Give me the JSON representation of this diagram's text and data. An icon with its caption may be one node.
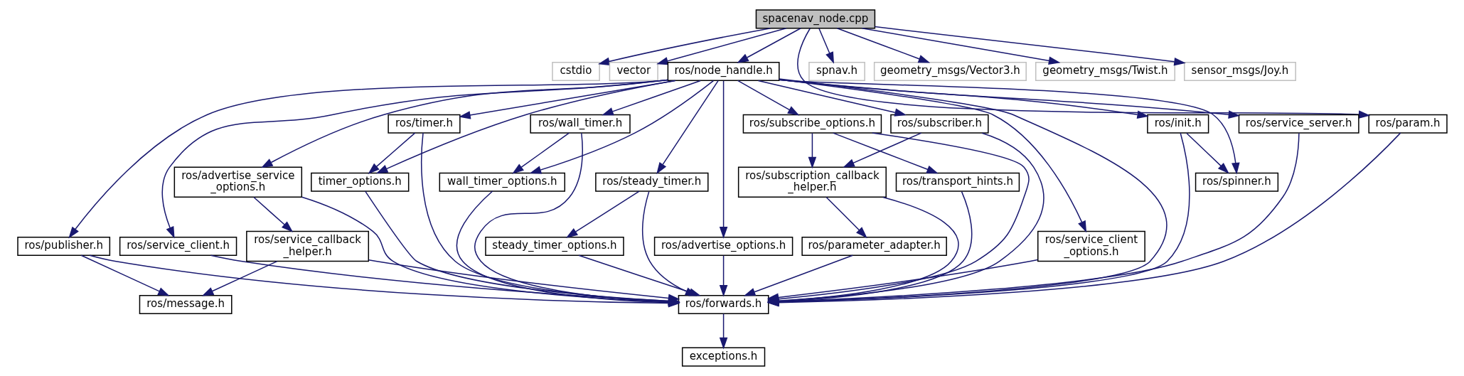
{
  "diagram": {
    "nodes": [
      {
        "text": [
          "spacenav_node.cpp"
        ]
      },
      {
        "text": [
          "cstdio"
        ]
      },
      {
        "text": [
          "vector"
        ]
      },
      {
        "text": [
          "ros/node_handle.h"
        ]
      },
      {
        "text": [
          "spnav.h"
        ]
      },
      {
        "text": [
          "geometry_msgs/Vector3.h"
        ]
      },
      {
        "text": [
          "geometry_msgs/Twist.h"
        ]
      },
      {
        "text": [
          "sensor_msgs/Joy.h"
        ]
      },
      {
        "text": [
          "ros/timer.h"
        ]
      },
      {
        "text": [
          "ros/wall_timer.h"
        ]
      },
      {
        "text": [
          "ros/subscribe_options.h"
        ]
      },
      {
        "text": [
          "ros/subscriber.h"
        ]
      },
      {
        "text": [
          "ros/service_client _options.h"
        ]
      },
      {
        "text": [
          "ros/init.h"
        ]
      },
      {
        "text": [
          "ros/param.h"
        ]
      },
      {
        "text": [
          "ros/service_client.h"
        ]
      },
      {
        "text": [
          "ros/advertise_service _options.h"
        ]
      },
      {
        "text": [
          "timer_options.h"
        ]
      },
      {
        "text": [
          "wall_timer_options.h"
        ]
      },
      {
        "text": [
          "ros/steady_timer.h"
        ]
      },
      {
        "text": [
          "ros/subscription_callback _helper.h"
        ]
      },
      {
        "text": [
          "ros/spinner.h"
        ]
      },
      {
        "text": [
          "ros/publisher.h"
        ]
      },
      {
        "text": [
          "ros/service_callback _helper.h"
        ]
      },
      {
        "text": [
          "steady_timer_options.h"
        ]
      },
      {
        "text": [
          "ros/advertise_options.h"
        ]
      },
      {
        "text": [
          "ros/transport_hints.h"
        ]
      },
      {
        "text": [
          "ros/parameter_adapter.h"
        ]
      },
      {
        "text": [
          "ros/service_server.h"
        ]
      },
      {
        "text": [
          "ros/message.h"
        ]
      },
      {
        "text": [
          "ros/forwards.h"
        ]
      },
      {
        "text": [
          "exceptions.h"
        ]
      }
    ],
    "edges": [
      {
        "from": 0,
        "to": 1,
        "arrow": "to"
      },
      {
        "from": 0,
        "to": 2,
        "arrow": "to"
      },
      {
        "from": 0,
        "to": 3,
        "arrow": "to"
      },
      {
        "from": 0,
        "to": 14,
        "arrow": "to"
      },
      {
        "from": 0,
        "to": 4,
        "arrow": "to"
      },
      {
        "from": 0,
        "to": 5,
        "arrow": "to"
      },
      {
        "from": 0,
        "to": 6,
        "arrow": "to"
      },
      {
        "from": 0,
        "to": 7,
        "arrow": "to"
      },
      {
        "from": 3,
        "to": 22,
        "arrow": "to"
      },
      {
        "from": 3,
        "to": 15,
        "arrow": "to"
      },
      {
        "from": 3,
        "to": 16,
        "arrow": "to"
      },
      {
        "from": 3,
        "to": 8,
        "arrow": "to"
      },
      {
        "from": 3,
        "to": 17,
        "arrow": "to"
      },
      {
        "from": 3,
        "to": 9,
        "arrow": "to"
      },
      {
        "from": 3,
        "to": 18,
        "arrow": "to"
      },
      {
        "from": 3,
        "to": 19,
        "arrow": "to"
      },
      {
        "from": 3,
        "to": 25,
        "arrow": "to"
      },
      {
        "from": 3,
        "to": 10,
        "arrow": "to"
      },
      {
        "from": 3,
        "to": 11,
        "arrow": "to"
      },
      {
        "from": 3,
        "to": 12,
        "arrow": "to"
      },
      {
        "from": 3,
        "to": 30,
        "arrow": "to"
      },
      {
        "from": 3,
        "to": 13,
        "arrow": "to"
      },
      {
        "from": 3,
        "to": 21,
        "arrow": "to"
      },
      {
        "from": 3,
        "to": 28,
        "arrow": "to"
      },
      {
        "from": 22,
        "to": 29,
        "arrow": "to"
      },
      {
        "from": 22,
        "to": 30,
        "arrow": "to"
      },
      {
        "from": 15,
        "to": 30,
        "arrow": "to"
      },
      {
        "from": 16,
        "to": 23,
        "arrow": "to"
      },
      {
        "from": 16,
        "to": 30,
        "arrow": "to"
      },
      {
        "from": 23,
        "to": 29,
        "arrow": "to"
      },
      {
        "from": 23,
        "to": 30,
        "arrow": "to"
      },
      {
        "from": 8,
        "to": 17,
        "arrow": "to"
      },
      {
        "from": 8,
        "to": 30,
        "arrow": "to"
      },
      {
        "from": 17,
        "to": 30,
        "arrow": "to"
      },
      {
        "from": 9,
        "to": 18,
        "arrow": "to"
      },
      {
        "from": 9,
        "to": 30,
        "arrow": "to"
      },
      {
        "from": 18,
        "to": 30,
        "arrow": "to"
      },
      {
        "from": 19,
        "to": 24,
        "arrow": "to"
      },
      {
        "from": 19,
        "to": 30,
        "arrow": "to"
      },
      {
        "from": 24,
        "to": 30,
        "arrow": "to"
      },
      {
        "from": 25,
        "to": 30,
        "arrow": "to"
      },
      {
        "from": 10,
        "to": 20,
        "arrow": "to"
      },
      {
        "from": 10,
        "to": 26,
        "arrow": "to"
      },
      {
        "from": 10,
        "to": 30,
        "arrow": "to"
      },
      {
        "from": 26,
        "to": 30,
        "arrow": "to"
      },
      {
        "from": 11,
        "to": 20,
        "arrow": "to"
      },
      {
        "from": 11,
        "to": 30,
        "arrow": "to"
      },
      {
        "from": 20,
        "to": 27,
        "arrow": "to"
      },
      {
        "from": 20,
        "to": 30,
        "arrow": "to"
      },
      {
        "from": 27,
        "to": 30,
        "arrow": "to"
      },
      {
        "from": 12,
        "to": 30,
        "arrow": "to"
      },
      {
        "from": 13,
        "to": 21,
        "arrow": "to"
      },
      {
        "from": 13,
        "to": 30,
        "arrow": "to"
      },
      {
        "from": 28,
        "to": 30,
        "arrow": "to"
      },
      {
        "from": 14,
        "to": 30,
        "arrow": "to"
      },
      {
        "from": 30,
        "to": 31,
        "arrow": "to"
      }
    ]
  }
}
